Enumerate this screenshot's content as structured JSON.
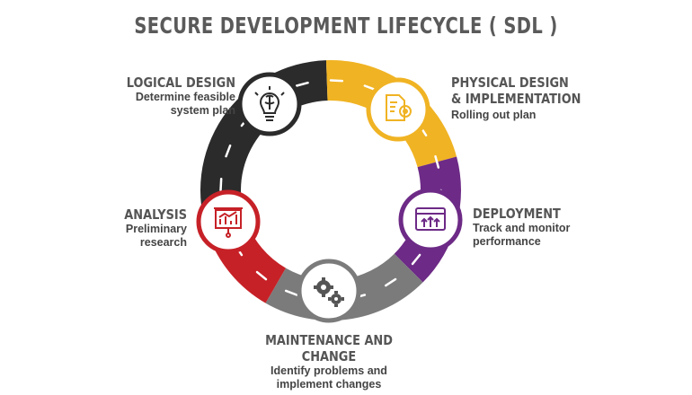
{
  "title": "SECURE DEVELOPMENT LIFECYCLE ( SDL )",
  "stages": [
    {
      "head": "LOGICAL DESIGN",
      "desc1": "Determine feasible",
      "desc2": "system plan",
      "color": "#2b2b2b",
      "icon": "brain-bulb-icon"
    },
    {
      "head1": "PHYSICAL DESIGN",
      "head2": "& IMPLEMENTATION",
      "desc": "Rolling out plan",
      "color": "#f0b323",
      "icon": "document-gear-icon"
    },
    {
      "head": "DEPLOYMENT",
      "desc1": "Track and monitor",
      "desc2": "performance",
      "color": "#6d2a86",
      "icon": "browser-upload-icon"
    },
    {
      "head": "MAINTENANCE AND CHANGE",
      "desc1": "Identify problems and",
      "desc2": "implement changes",
      "color": "#7b7b7b",
      "icon": "gears-icon"
    },
    {
      "head": "ANALYSIS",
      "desc1": "Preliminary",
      "desc2": "research",
      "color": "#c62127",
      "icon": "presentation-chart-icon"
    }
  ]
}
